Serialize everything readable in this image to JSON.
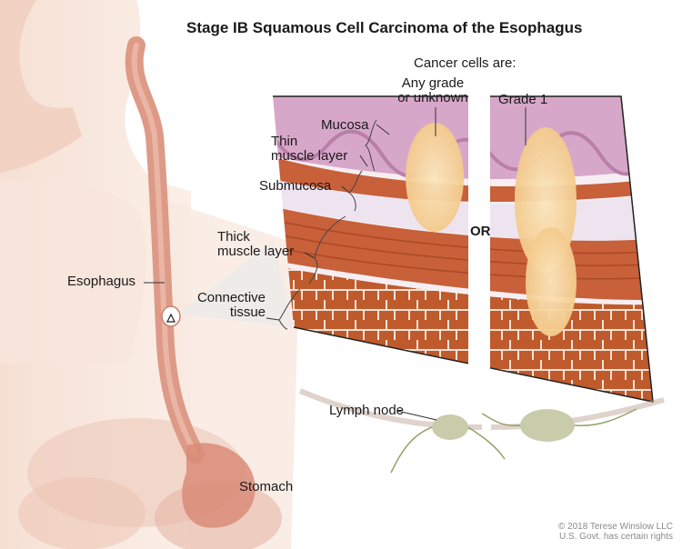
{
  "title": "Stage IB Squamous Cell Carcinoma of the Esophagus",
  "subtitle": "Cancer cells are:",
  "or_label": "OR",
  "panels": {
    "left_header": "Any grade\nor unknown",
    "right_header": "Grade 1"
  },
  "layers": {
    "mucosa": "Mucosa",
    "thin_muscle": "Thin\nmuscle layer",
    "submucosa": "Submucosa",
    "thick_muscle": "Thick\nmuscle layer",
    "connective": "Connective\ntissue"
  },
  "organs": {
    "esophagus": "Esophagus",
    "stomach": "Stomach",
    "lymph_node": "Lymph node"
  },
  "credit": {
    "line1": "© 2018 Terese Winslow LLC",
    "line2": "U.S. Govt. has certain rights"
  },
  "colors": {
    "skin": "#f3d9cb",
    "esophagus": "#dd9a86",
    "mucosa": "#d7a7c9",
    "submucosa": "#ede4f0",
    "muscle": "#c8603a",
    "muscle_dark": "#9e3f1e",
    "tumor": "#f6cf98",
    "lymph": "#c9ccab"
  }
}
